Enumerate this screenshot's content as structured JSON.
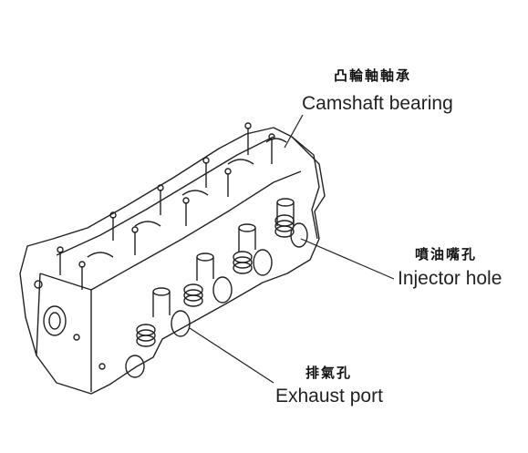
{
  "labels": {
    "camshaft_bearing": {
      "zh": "凸輪軸軸承",
      "en": "Camshaft bearing"
    },
    "injector_hole": {
      "zh": "噴油嘴孔",
      "en": "Injector hole"
    },
    "exhaust_port": {
      "zh": "排氣孔",
      "en": "Exhaust port"
    }
  },
  "colors": {
    "line": "#222222",
    "background": "#ffffff"
  }
}
